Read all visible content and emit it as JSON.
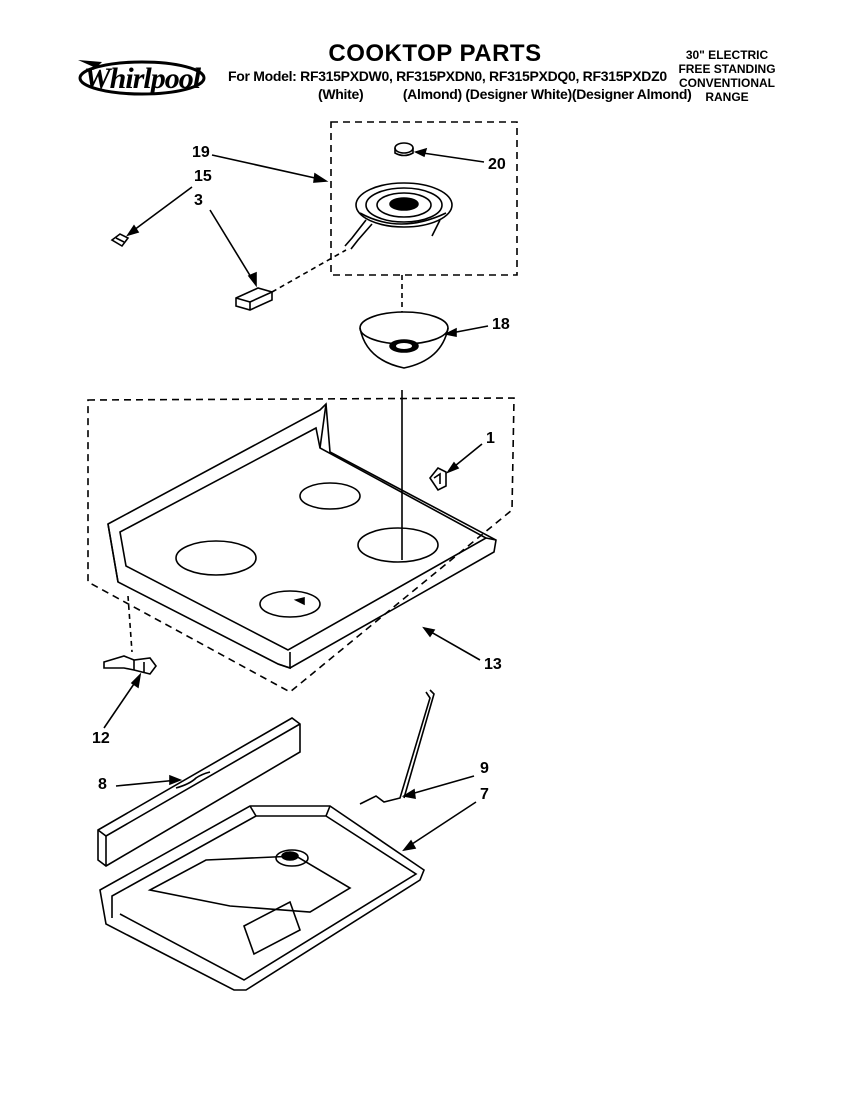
{
  "brand": "Whirlpool",
  "title": "COOKTOP PARTS",
  "models_line": "For Model: RF315PXDW0, RF315PXDN0, RF315PXDQ0, RF315PXDZ0",
  "colors_line": "(White)           (Almond) (Designer White)(Designer Almond)",
  "range_type": [
    "30\" ELECTRIC",
    "FREE STANDING",
    "CONVENTIONAL",
    "RANGE"
  ],
  "parts": {
    "p19": "19",
    "p20": "20",
    "p15": "15",
    "p3": "3",
    "p18": "18",
    "p1": "1",
    "p13": "13",
    "p12": "12",
    "p8": "8",
    "p9": "9",
    "p7": "7"
  }
}
